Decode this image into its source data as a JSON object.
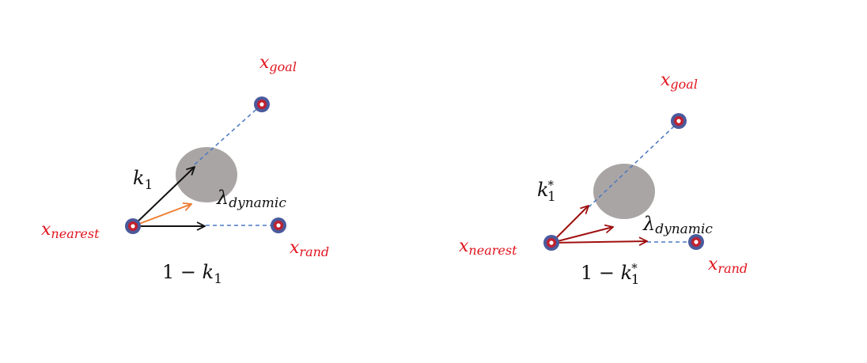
{
  "colors": {
    "node_outer": "#4a5a9c",
    "node_ring": "#c0202e",
    "node_core": "#ffffff",
    "obstacle": "#aaa5a5",
    "dashed": "#4a78c0",
    "arrow_black": "#111111",
    "arrow_orange": "#ed7d31",
    "arrow_darkred": "#a01010",
    "label_red": "#e0141e",
    "label_black": "#111111"
  },
  "panels": [
    {
      "id": "left",
      "x_goal": {
        "base": "x",
        "sub": "goal"
      },
      "x_nearest": {
        "base": "x",
        "sub": "nearest"
      },
      "x_rand": {
        "base": "x",
        "sub": "rand"
      },
      "k_label": {
        "base": "k",
        "sub": "1",
        "sup": ""
      },
      "one_minus": {
        "prefix": "1 − ",
        "base": "k",
        "sub": "1",
        "sup": ""
      },
      "lambda": {
        "base": "λ",
        "sub": "dynamic"
      }
    },
    {
      "id": "right",
      "x_goal": {
        "base": "x",
        "sub": "goal"
      },
      "x_nearest": {
        "base": "x",
        "sub": "nearest"
      },
      "x_rand": {
        "base": "x",
        "sub": "rand"
      },
      "k_label": {
        "base": "k",
        "sub": "1",
        "sup": "*"
      },
      "one_minus": {
        "prefix": "1 − ",
        "base": "k",
        "sub": "1",
        "sup": "*"
      },
      "lambda": {
        "base": "λ",
        "sub": "dynamic"
      }
    }
  ]
}
